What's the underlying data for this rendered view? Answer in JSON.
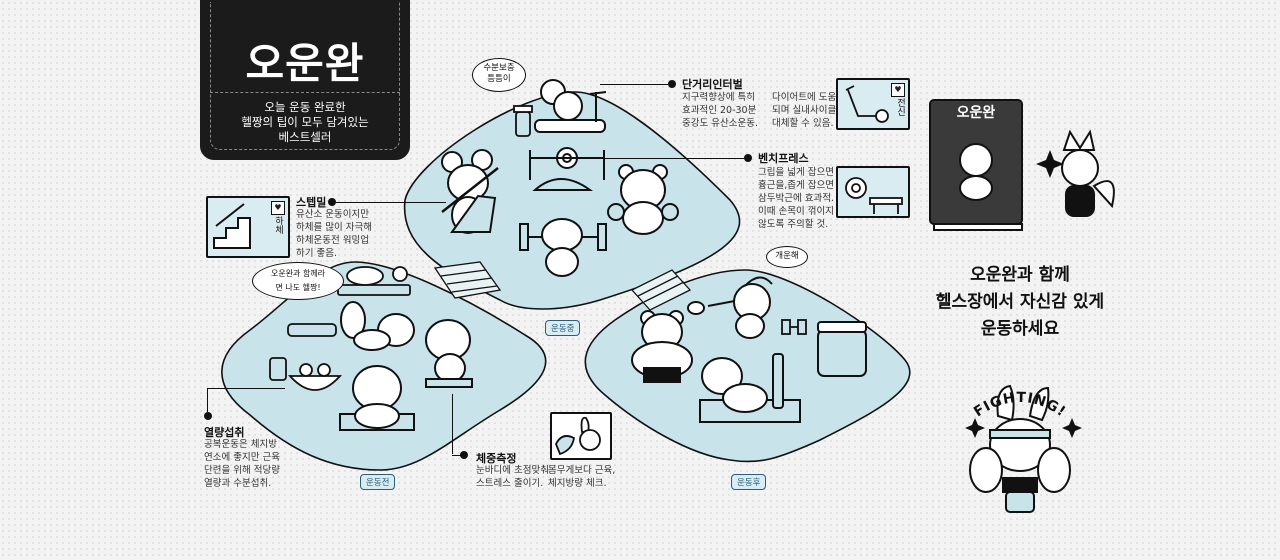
{
  "title_card": {
    "title": "오운완",
    "subtitle": "오늘 운동 완료한\n헬짱의 팁이 모두 담겨있는\n베스트셀러"
  },
  "bubbles": {
    "water": "수분보충\n틈틈이",
    "together": "오운완과 함께라\n면 나도 헬짱!",
    "sigh": "개운해"
  },
  "sections": {
    "interval": {
      "title": "단거리인터벌",
      "col1": "지구력향상에 특히\n효과적인 20-30분\n중강도 유산소운동.",
      "col2": "다이어트에 도움\n되며 실내사이클로\n대체할 수 있음.",
      "mini_label": "전신"
    },
    "bench": {
      "title": "벤치프레스",
      "body": "그립을 넓게 잡으면\n흉근을,좁게 잡으면\n삼두박근에 효과적.\n이때 손목이 꺾이지\n않도록 주의할 것."
    },
    "stepmill": {
      "title": "스텝밀",
      "body": "유산소 운동이지만\n하체를 많이 자극해\n하체운동전 워밍업\n하기 좋음.",
      "mini_label": "하체"
    },
    "calorie": {
      "title": "열량섭취",
      "body": "공복운동은 체지방\n연소에 좋지만 근육\n단련을 위해 적당량\n열량과 수분섭취."
    },
    "weight": {
      "title": "체중측정",
      "col1": "눈바디에 초점맞춰\n스트레스 줄이기.",
      "col2": "몸무게보다 근육,\n체지방량 체크."
    }
  },
  "tags": {
    "during": "운동중",
    "before": "운동전",
    "after": "운동후"
  },
  "book": {
    "title": "오운완"
  },
  "cta": "오운완과 함께\n헬스장에서 자신감 있게\n운동하세요",
  "fighting": "FIGHTING!",
  "colors": {
    "platform": "#c9e3ea",
    "ink": "#111111",
    "card": "#1b1b1b",
    "book": "#3a3a3a"
  }
}
